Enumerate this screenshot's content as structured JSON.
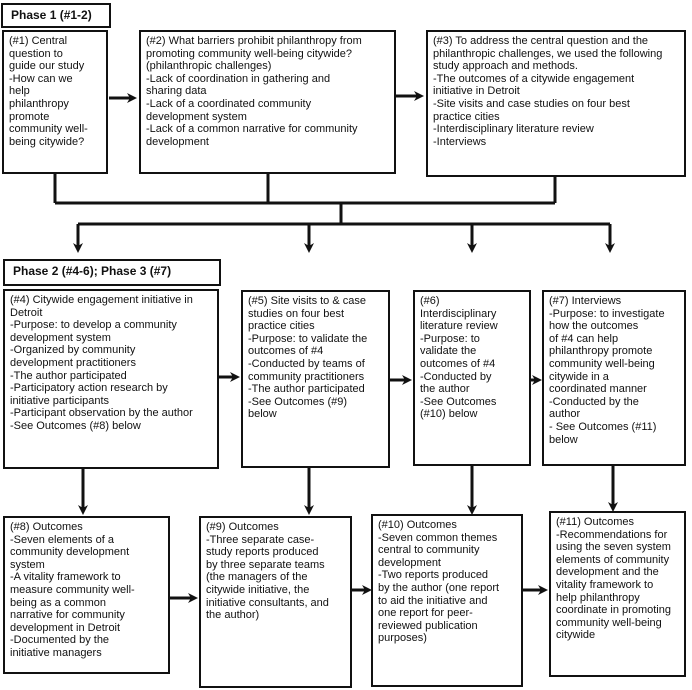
{
  "headers": {
    "phase1": "Phase 1 (#1-2)",
    "phase23": "Phase 2 (#4-6); Phase 3 (#7)"
  },
  "boxes": {
    "b1": [
      "(#1) Central",
      "question to",
      "guide our study",
      "-How can we",
      "help",
      "philanthropy",
      "promote",
      "community well-",
      "being citywide?"
    ],
    "b2": [
      "(#2) What barriers prohibit philanthropy from",
      "promoting community well-being citywide?",
      "(philanthropic challenges)",
      "-Lack of coordination in gathering and",
      "sharing data",
      "-Lack of a coordinated community",
      "development system",
      "-Lack of a common narrative for community",
      "development"
    ],
    "b3": [
      "(#3) To address the central question and the",
      "philanthropic challenges, we used the following",
      "study approach and methods.",
      "-The outcomes of a citywide engagement",
      "initiative in Detroit",
      "-Site visits and case studies on four best",
      "practice cities",
      "-Interdisciplinary literature review",
      "-Interviews"
    ],
    "b4": [
      "(#4) Citywide engagement initiative in",
      "Detroit",
      "-Purpose: to develop a community",
      "development system",
      "-Organized by community",
      "development practitioners",
      "-The author participated",
      "-Participatory action research by",
      "initiative participants",
      "-Participant observation by the author",
      "-See Outcomes (#8) below"
    ],
    "b5": [
      "(#5) Site visits to & case",
      "studies on four best",
      "practice cities",
      "-Purpose: to validate the",
      "outcomes of #4",
      "-Conducted by teams of",
      "community practitioners",
      "-The author participated",
      "-See Outcomes (#9)",
      "below"
    ],
    "b6": [
      "(#6)",
      "Interdisciplinary",
      "literature review",
      "-Purpose: to",
      "validate the",
      "outcomes of #4",
      "-Conducted by",
      "the author",
      "-See Outcomes",
      "(#10) below"
    ],
    "b7": [
      "(#7) Interviews",
      "-Purpose: to investigate",
      "how the outcomes",
      "of #4 can help",
      "philanthropy promote",
      "community well-being",
      "citywide in a",
      "coordinated manner",
      "-Conducted by the",
      "author",
      "- See Outcomes (#11)",
      "below"
    ],
    "b8": [
      "(#8) Outcomes",
      "-Seven elements of a",
      "community development",
      "system",
      "-A vitality framework to",
      "measure community well-",
      "being as a common",
      "narrative for community",
      "development in Detroit",
      "-Documented by the",
      "initiative managers"
    ],
    "b9": [
      "(#9) Outcomes",
      "-Three separate case-",
      "study reports produced",
      "by three separate teams",
      "(the managers of the",
      "citywide initiative, the",
      "initiative consultants, and",
      "the author)"
    ],
    "b10": [
      "(#10) Outcomes",
      "-Seven common themes",
      "central to community",
      "development",
      "-Two reports produced",
      "by the author (one report",
      "to aid the initiative and",
      "one report for peer-",
      "reviewed publication",
      "purposes)"
    ],
    "b11": [
      "(#11) Outcomes",
      "-Recommendations for",
      "using the seven system",
      "elements of community",
      "development and the",
      "vitality framework to",
      "help philanthropy",
      "coordinate in promoting",
      "community well-being",
      "citywide"
    ]
  }
}
